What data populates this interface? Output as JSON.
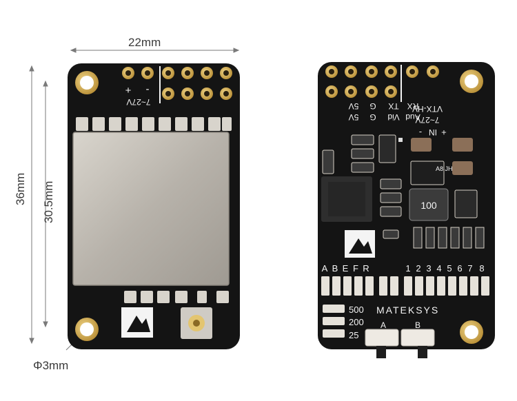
{
  "dimensions": {
    "width_label": "22mm",
    "height_label": "36mm",
    "hole_spacing_label": "30.5mm",
    "hole_label": "Φ3mm"
  },
  "front_board": {
    "power_pad_labels": [
      "+",
      "-"
    ],
    "voltage_label": "7~27V"
  },
  "back_board": {
    "top_labels": [
      "RX",
      "TX",
      "G",
      "5V"
    ],
    "second_labels": [
      "Aud",
      "Vid",
      "G",
      "5V"
    ],
    "vtx_label": "VTX-HV",
    "voltage_label": "7~27V",
    "in_label": "IN",
    "in_plus": "+",
    "in_minus": "-",
    "inductor_marking": "100",
    "band_labels": [
      "A",
      "B",
      "E",
      "F",
      "R"
    ],
    "channel_labels": [
      "1",
      "2",
      "3",
      "4",
      "5",
      "6",
      "7",
      "8"
    ],
    "brand": "MATEKSYS",
    "power_labels": [
      "500",
      "200",
      "25"
    ],
    "antenna_labels": [
      "A",
      "B"
    ],
    "chip_marking": "A8 JH"
  },
  "colors": {
    "pcb": "#141414",
    "shield": "#b9b5ae",
    "gold": "#c9a24a",
    "silk": "#f4f4f4",
    "dimension_line": "#7a7a7a"
  }
}
